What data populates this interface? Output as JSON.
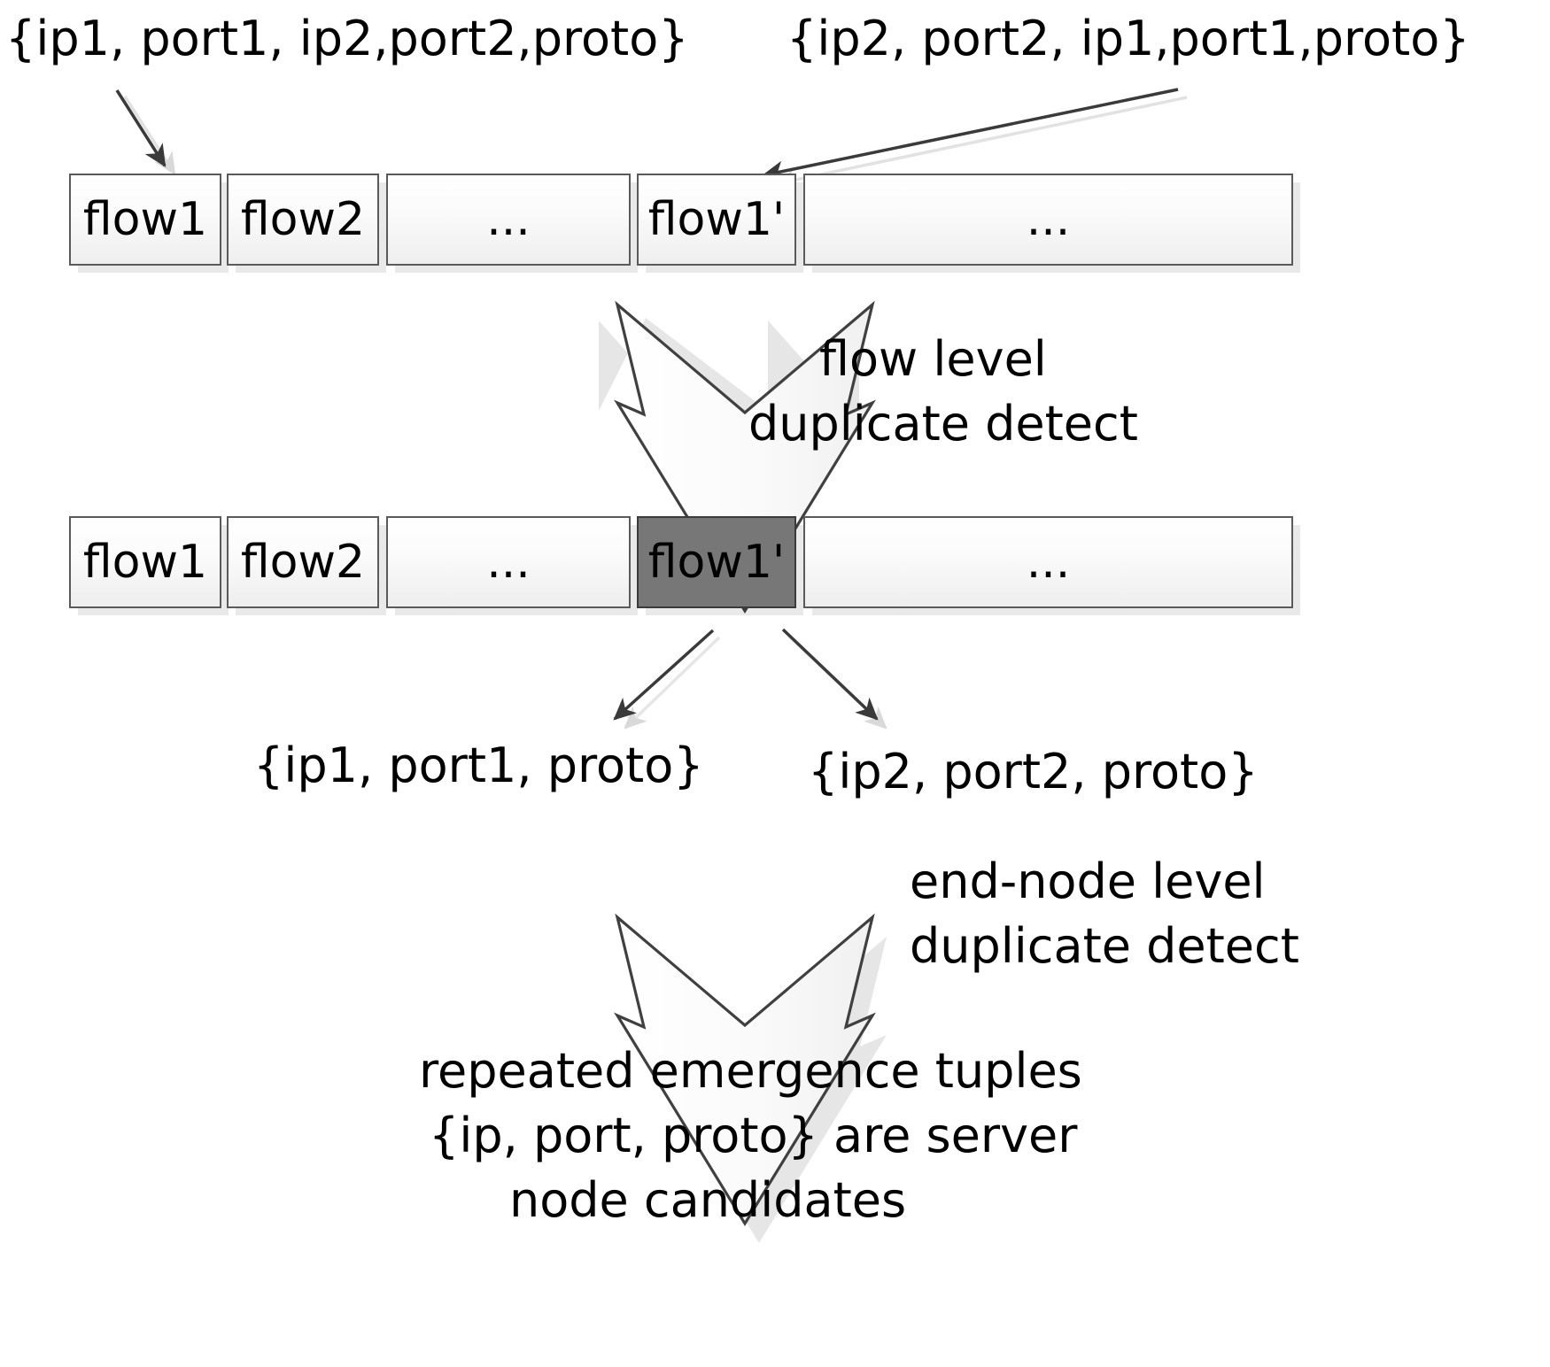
{
  "figure": {
    "title": "flow level and end-node level duplicate detection diagram",
    "background_color": "#ffffff",
    "box_border_color": "#5a5a5a",
    "highlight_color": "#777777",
    "arrow_fill_color": "#fafafa",
    "arrow_outline_color": "#404040",
    "text_color": "#000000"
  },
  "labels": {
    "tuple_top_left": "{ip1, port1, ip2,port2,proto}",
    "tuple_top_right": "{ip2, port2, ip1,port1,proto}",
    "tuple_bottom_left": "{ip1, port1, proto}",
    "tuple_bottom_right": "{ip2, port2, proto}"
  },
  "stage1": {
    "process_line1": "flow level",
    "process_line2": "duplicate detect",
    "boxes": [
      {
        "label": "flow1",
        "highlighted": false
      },
      {
        "label": "flow2",
        "highlighted": false
      },
      {
        "label": "...",
        "highlighted": false
      },
      {
        "label": "flow1'",
        "highlighted": false
      },
      {
        "label": "...",
        "highlighted": false
      }
    ]
  },
  "stage2": {
    "process_line1": "end-node level",
    "process_line2": "duplicate detect",
    "boxes": [
      {
        "label": "flow1",
        "highlighted": false
      },
      {
        "label": "flow2",
        "highlighted": false
      },
      {
        "label": "...",
        "highlighted": false
      },
      {
        "label": "flow1'",
        "highlighted": true
      },
      {
        "label": "...",
        "highlighted": false
      }
    ]
  },
  "conclusion": {
    "line1": "repeated emergence tuples",
    "line2": "{ip, port, proto} are server",
    "line3": "node candidates"
  }
}
